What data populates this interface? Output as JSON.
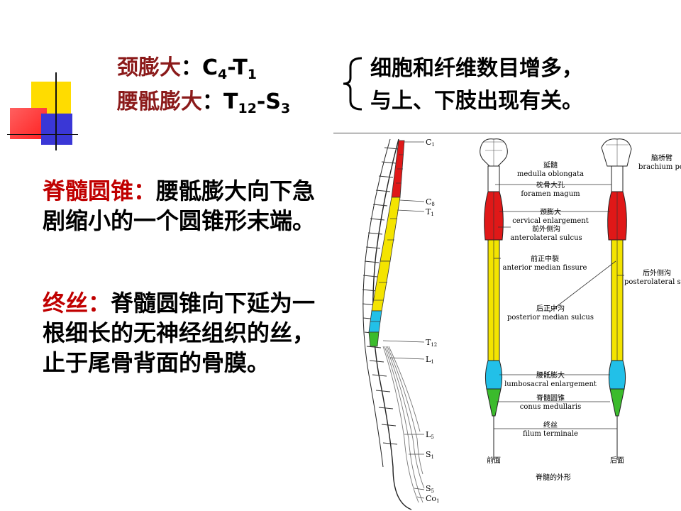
{
  "header": {
    "line1": {
      "term": "颈膨大",
      "sep": "：",
      "c": "C",
      "c_sub": "4",
      "dash": "-",
      "t": "T",
      "t_sub": "1"
    },
    "line2": {
      "term": "腰骶膨大",
      "sep": "：",
      "t": "T",
      "t_sub": "12",
      "dash": "-",
      "s": "S",
      "s_sub": "3"
    },
    "note_line1": "细胞和纤维数目增多，",
    "note_line2": "与上、下肢出现有关。"
  },
  "body": {
    "p1_term": "脊髓圆锥：",
    "p1_text": "腰骶膨大向下急剧缩小的一个圆锥形末端。",
    "p2_term": "终丝：",
    "p2_text": "脊髓圆锥向下延为一根细长的无神经组织的丝，止于尾骨背面的骨膜。"
  },
  "figure": {
    "left_labels": {
      "c1": "C",
      "c1_sub": "1",
      "c8": "C",
      "c8_sub": "8",
      "t1": "T",
      "t1_sub": "1",
      "t12": "T",
      "t12_sub": "12",
      "l1": "L",
      "l1_sub": "1",
      "l5": "L",
      "l5_sub": "5",
      "s1": "S",
      "s1_sub": "1",
      "s5": "S",
      "s5_sub": "5",
      "co1": "Co",
      "co1_sub": "1"
    },
    "labels": {
      "medulla_cn": "延髓",
      "medulla_en": "medulla oblongata",
      "pons_cn": "脑桥臂",
      "pons_en": "brachium po",
      "foramen_cn": "枕骨大孔",
      "foramen_en": "foramen magum",
      "cervical_cn": "颈膨大",
      "cervical_en": "cervical enlargement",
      "anterolateral_cn": "前外侧沟",
      "anterolateral_en": "anterolateral sulcus",
      "median_fissure_cn": "前正中裂",
      "median_fissure_en": "anterior median fissure",
      "posterolateral_cn": "后外侧沟",
      "posterolateral_en": "posterolateral su",
      "post_sulcus_cn": "后正中沟",
      "post_sulcus_en": "posterior median sulcus",
      "lumbosacral_cn": "腰骶膨大",
      "lumbosacral_en": "lumbosacral enlargement",
      "conus_cn": "脊髓圆锥",
      "conus_en": "conus medullaris",
      "filum_cn": "终丝",
      "filum_en": "filum terminale",
      "front": "前面",
      "back": "后面",
      "caption": "脊髓的外形"
    }
  }
}
